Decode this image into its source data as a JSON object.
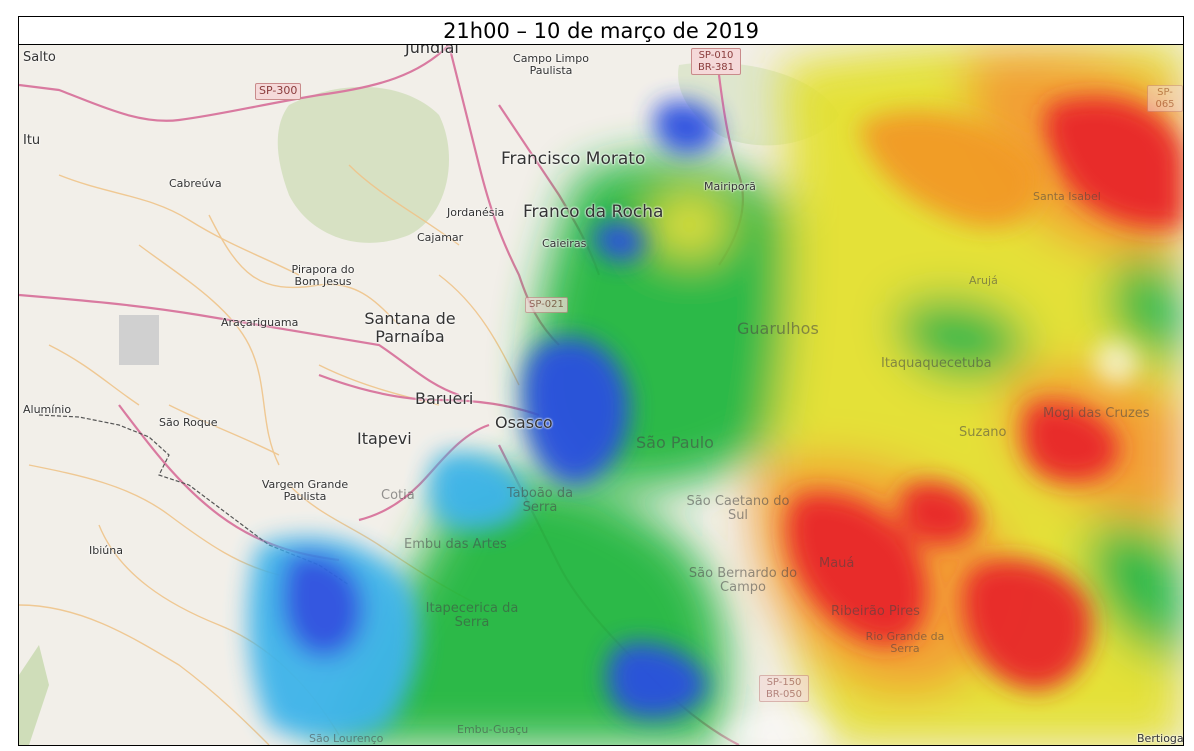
{
  "title": "21h00 – 10 de março de 2019",
  "map": {
    "places": {
      "salto": "Salto",
      "itu": "Itu",
      "jundiai": "Jundiaí",
      "campo_limpo": "Campo Limpo Paulista",
      "cabreuva": "Cabreúva",
      "francisco_morato": "Francisco Morato",
      "mairipora": "Mairiporã",
      "jordanesia": "Jordanésia",
      "franco_da_rocha": "Franco da Rocha",
      "cajamar": "Cajamar",
      "caieiras": "Caieiras",
      "santa_isabel": "Santa Isabel",
      "pirapora": "Pirapora do Bom Jesus",
      "aruja": "Arujá",
      "aracariguama": "Araçariguama",
      "santana_parnaiba": "Santana de Parnaíba",
      "guarulhos": "Guarulhos",
      "itaquaquecetuba": "Itaquaquecetuba",
      "aluminio": "Alumínio",
      "sao_roque": "São Roque",
      "barueri": "Barueri",
      "osasco": "Osasco",
      "mogi": "Mogi das Cruzes",
      "itapevi": "Itapevi",
      "sao_paulo": "São Paulo",
      "suzano": "Suzano",
      "vargem_grande": "Vargem Grande Paulista",
      "cotia": "Cotia",
      "taboao": "Taboão da Serra",
      "sao_caetano": "São Caetano do Sul",
      "embu": "Embu das Artes",
      "ibiuna": "Ibiúna",
      "maua": "Mauá",
      "sao_bernardo": "São Bernardo do Campo",
      "itapecerica": "Itapecerica da Serra",
      "ribeirao_pires": "Ribeirão Pires",
      "rio_grande": "Rio Grande da Serra",
      "embu_guacu": "Embu-Guaçu",
      "sao_lourenco": "São Lourenço",
      "bertioga": "Bertioga"
    },
    "roads": {
      "sp300": "SP-300",
      "sp010": "SP-010 BR-381",
      "sp021": "SP-021",
      "sp150": "SP-150 BR-050",
      "sp065": "SP-065"
    },
    "colors": {
      "base": "#f2efe9",
      "road": "#d97aa0",
      "minor_road": "#f0c27b",
      "forest": "#c9dbb6",
      "radar_blue": "#2b4fe0",
      "radar_cyan": "#3cb4ea",
      "radar_green": "#1db53a",
      "radar_yellow": "#e3e02a",
      "radar_orange": "#f29a27",
      "radar_red": "#e8262a"
    }
  }
}
